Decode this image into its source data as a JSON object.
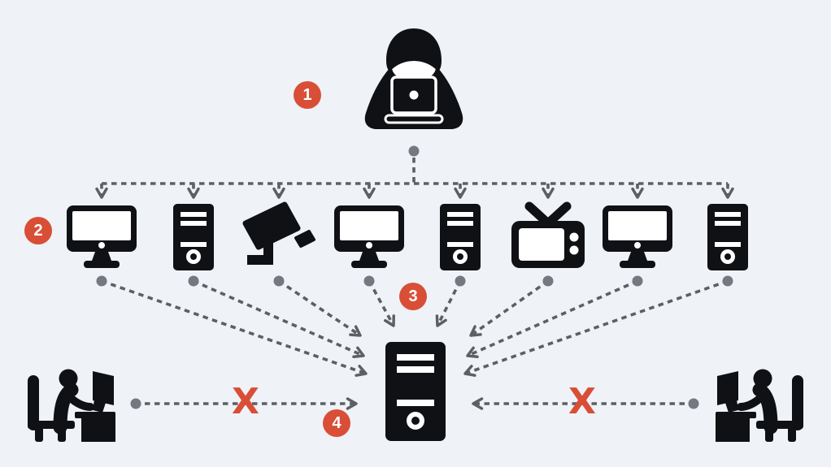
{
  "colors": {
    "background": "#eff2f7",
    "icon_black": "#101114",
    "arrow_gray": "#5c6065",
    "dot_gray": "#75797f",
    "accent_red": "#d94e36",
    "detail_white": "#ffffff"
  },
  "steps": [
    {
      "number": "1"
    },
    {
      "number": "2"
    },
    {
      "number": "3"
    },
    {
      "number": "4"
    }
  ],
  "blocked_marks": {
    "left": "X",
    "right": "X"
  },
  "icons": {
    "attacker": "hooded-hacker-with-laptop-icon",
    "devices": [
      "desktop-monitor-icon",
      "tower-pc-icon",
      "cctv-camera-icon",
      "desktop-monitor-icon",
      "tower-pc-icon",
      "tv-icon",
      "desktop-monitor-icon",
      "tower-pc-icon"
    ],
    "target": "server-tower-icon",
    "users": [
      "person-at-desk-icon",
      "person-at-desk-icon"
    ]
  }
}
